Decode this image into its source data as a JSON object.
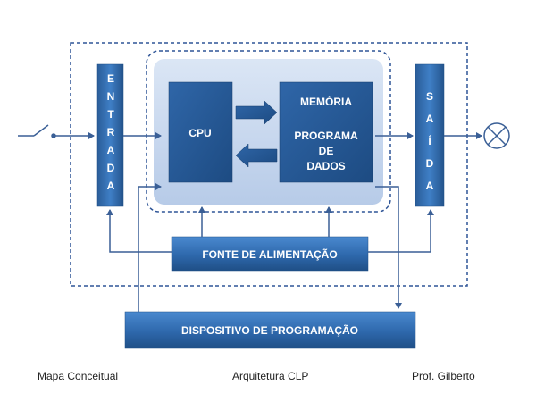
{
  "blocks": {
    "entrada": "ENTRADA",
    "saida": "SAÍDA",
    "cpu": "CPU",
    "memoria": "MEMÓRIA",
    "programa_line1": "PROGRAMA",
    "programa_line2": "DE",
    "programa_line3": "DADOS",
    "fonte": "FONTE DE ALIMENTAÇÃO",
    "dispositivo": "DISPOSITIVO DE PROGRAMAÇÃO"
  },
  "footer": {
    "left": "Mapa Conceitual",
    "center": "Arquitetura CLP",
    "right": "Prof. Gilberto"
  },
  "colors": {
    "block_dark": "#1f4f86",
    "block_light": "#3d7cc4",
    "inner_panel": "#c9d9ef",
    "line": "#3a5f96",
    "border": "#2f5597"
  }
}
